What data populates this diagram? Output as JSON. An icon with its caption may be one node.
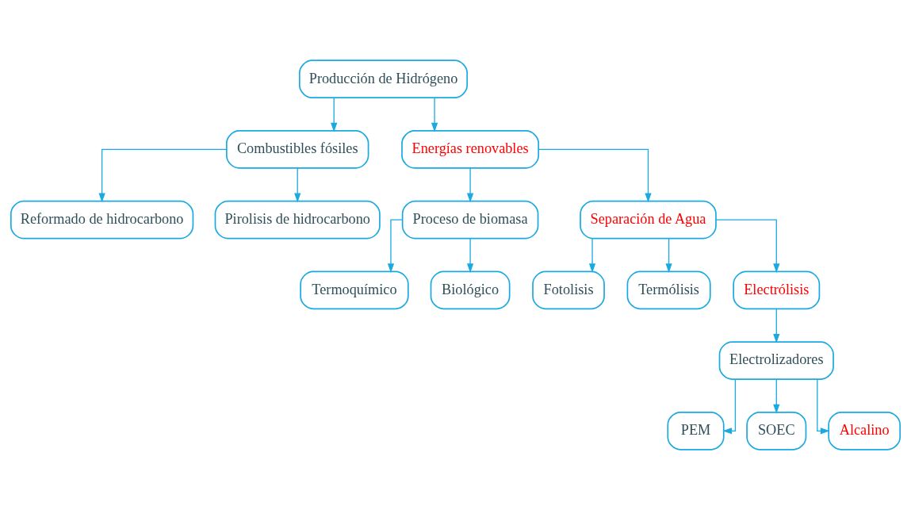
{
  "diagram": {
    "nodes": [
      {
        "text": [
          "Producción de Hidrógeno"
        ]
      },
      {
        "text": [
          "Combustibles fósiles"
        ]
      },
      {
        "text": [
          "Energías renovables"
        ]
      },
      {
        "text": [
          "Reformado de hidrocarbono"
        ]
      },
      {
        "text": [
          "Pirolisis de hidrocarbono"
        ]
      },
      {
        "text": [
          "Proceso de biomasa"
        ]
      },
      {
        "text": [
          "Separación de Agua"
        ]
      },
      {
        "text": [
          "Termoquímico"
        ]
      },
      {
        "text": [
          "Biológico"
        ]
      },
      {
        "text": [
          "Fotolisis"
        ]
      },
      {
        "text": [
          "Termólisis"
        ]
      },
      {
        "text": [
          "Electrólisis"
        ]
      },
      {
        "text": [
          "Electrolizadores"
        ]
      },
      {
        "text": [
          "PEM"
        ]
      },
      {
        "text": [
          "SOEC"
        ]
      },
      {
        "text": [
          "Alcalino"
        ]
      }
    ],
    "edges": [
      {
        "from": 0,
        "to": 1,
        "arrow": "to"
      },
      {
        "from": 0,
        "to": 2,
        "arrow": "to"
      },
      {
        "from": 1,
        "to": 3,
        "arrow": "to"
      },
      {
        "from": 1,
        "to": 4,
        "arrow": "to"
      },
      {
        "from": 2,
        "to": 5,
        "arrow": "to"
      },
      {
        "from": 2,
        "to": 6,
        "arrow": "to"
      },
      {
        "from": 5,
        "to": 7,
        "arrow": "to"
      },
      {
        "from": 5,
        "to": 8,
        "arrow": "to"
      },
      {
        "from": 6,
        "to": 9,
        "arrow": "to"
      },
      {
        "from": 6,
        "to": 10,
        "arrow": "to"
      },
      {
        "from": 6,
        "to": 11,
        "arrow": "to"
      },
      {
        "from": 11,
        "to": 12,
        "arrow": "to"
      },
      {
        "from": 12,
        "to": 13,
        "arrow": "to"
      },
      {
        "from": 12,
        "to": 14,
        "arrow": "to"
      },
      {
        "from": 12,
        "to": 15,
        "arrow": "to"
      }
    ]
  }
}
